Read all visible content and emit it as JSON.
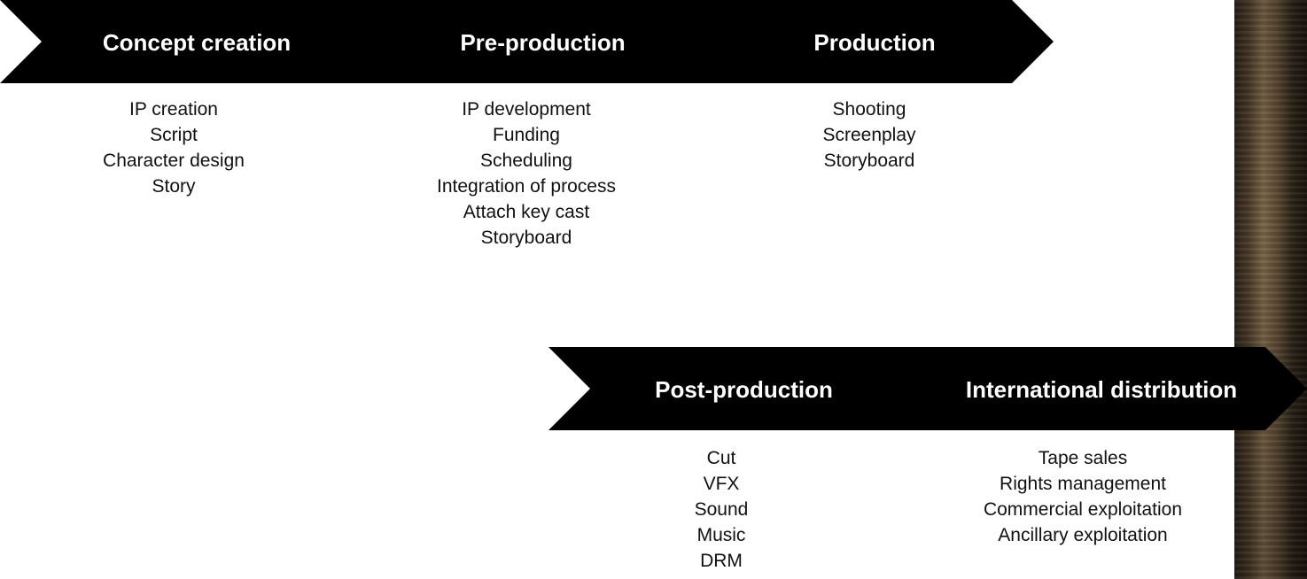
{
  "stages": [
    {
      "title": "Concept creation",
      "items": [
        "IP creation",
        "Script",
        "Character design",
        "Story"
      ]
    },
    {
      "title": "Pre-production",
      "items": [
        "IP development",
        "Funding",
        "Scheduling",
        "Integration of process",
        "Attach key cast",
        "Storyboard"
      ]
    },
    {
      "title": "Production",
      "items": [
        "Shooting",
        "Screenplay",
        "Storyboard"
      ]
    },
    {
      "title": "Post-production",
      "items": [
        "Cut",
        "VFX",
        "Sound",
        "Music",
        "DRM"
      ]
    },
    {
      "title": "International distribution",
      "items": [
        "Tape sales",
        "Rights management",
        "Commercial exploitation",
        "Ancillary exploitation"
      ]
    }
  ],
  "colors": {
    "chevron_fill": "#000000",
    "chevron_text": "#ffffff",
    "body_text": "#111111",
    "background": "#ffffff"
  }
}
